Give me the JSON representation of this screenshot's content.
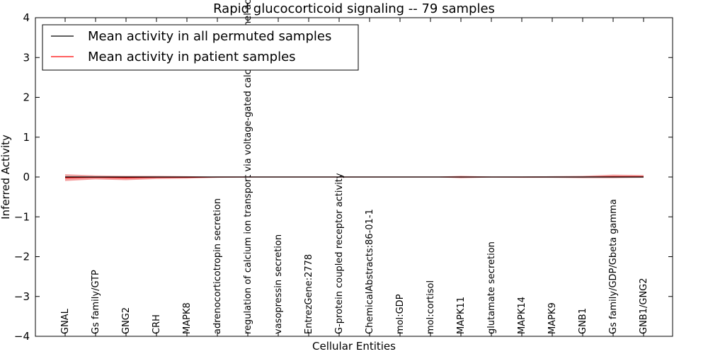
{
  "chart_data": {
    "type": "line",
    "title": "Rapid glucocorticoid signaling -- 79 samples",
    "xlabel": "Cellular Entities",
    "ylabel": "Inferred Activity",
    "ylim": [
      -4,
      4
    ],
    "yticks": [
      "−4",
      "−3",
      "−2",
      "−1",
      "0",
      "1",
      "2",
      "3",
      "4"
    ],
    "categories": [
      "GNAL",
      "Gs family/GTP",
      "GNG2",
      "CRH",
      "MAPK8",
      "adrenocorticotropin secretion",
      "regulation of calcium ion transport via voltage-gated calcium channel activity",
      "vasopressin secretion",
      "EntrezGene:2778",
      "G-protein coupled receptor activity",
      "ChemicalAbstracts:86-01-1",
      "mol:GDP",
      "mol:cortisol",
      "MAPK11",
      "glutamate secretion",
      "MAPK14",
      "MAPK9",
      "GNB1",
      "Gs family/GDP/Gbeta gamma",
      "GNB1/GNG2"
    ],
    "grid": false,
    "legend_position": "top-left",
    "series": [
      {
        "name": "Mean activity in all permuted samples",
        "color": "#000000",
        "values": [
          0,
          0,
          0,
          0,
          0,
          0,
          0,
          0,
          0,
          0,
          0,
          0,
          0,
          0,
          0,
          0,
          0,
          0,
          0,
          0
        ],
        "lower": [
          -0.03,
          -0.02,
          -0.02,
          -0.02,
          -0.01,
          -0.01,
          0,
          0,
          0,
          0,
          0,
          0,
          0,
          -0.01,
          -0.01,
          -0.01,
          -0.02,
          -0.02,
          -0.02,
          -0.02
        ],
        "upper": [
          0.03,
          0.02,
          0.02,
          0.02,
          0.01,
          0.01,
          0,
          0,
          0,
          0,
          0,
          0,
          0,
          0.01,
          0.01,
          0.01,
          0.02,
          0.02,
          0.02,
          0.02
        ],
        "band_color": "#c8c8c8"
      },
      {
        "name": "Mean activity in patient samples",
        "color": "#ff0000",
        "values": [
          -0.02,
          -0.01,
          -0.02,
          -0.01,
          -0.01,
          0,
          0,
          0,
          0,
          0,
          0,
          0,
          0,
          0,
          0,
          0,
          0,
          0,
          0.01,
          0.01
        ],
        "lower": [
          -0.1,
          -0.06,
          -0.08,
          -0.05,
          -0.04,
          -0.02,
          -0.01,
          0,
          0,
          0,
          0,
          0,
          0,
          -0.03,
          -0.01,
          -0.02,
          -0.02,
          -0.03,
          -0.03,
          -0.02
        ],
        "upper": [
          0.07,
          0.04,
          0.03,
          0.03,
          0.02,
          0.01,
          0.01,
          0,
          0,
          0,
          0,
          0,
          0,
          0.03,
          0.01,
          0.01,
          0.02,
          0.03,
          0.06,
          0.05
        ],
        "band_color": "#f08080"
      }
    ]
  }
}
